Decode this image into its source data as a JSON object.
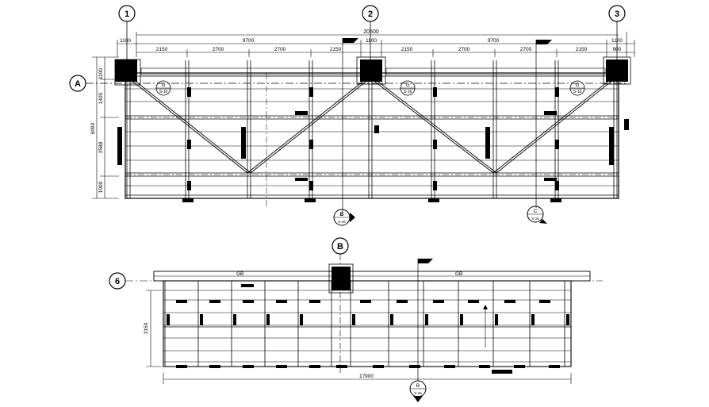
{
  "grid_bubbles": {
    "col_1": "1",
    "col_2": "2",
    "col_3": "3",
    "row_a": "A",
    "row_6": "6",
    "col_b": "B"
  },
  "plan_top": {
    "overall_dim": "20500",
    "bay_dims": [
      "1100",
      "9700",
      "1100",
      "9700",
      "1100"
    ],
    "sub_dims": [
      "2150",
      "2700",
      "2700",
      "2150",
      "2150",
      "2700",
      "2700",
      "2150",
      "900"
    ],
    "left_dims": [
      "1100",
      "1405",
      "2588",
      "1000"
    ],
    "left_total": "6093",
    "detail_tags": [
      {
        "letter": "G",
        "sheet": "S-16"
      },
      {
        "letter": "G",
        "sheet": "S-16"
      },
      {
        "letter": "G",
        "sheet": "S-16"
      }
    ],
    "section_marks": [
      {
        "letter": "B",
        "sheet": "S-16"
      },
      {
        "letter": "C",
        "sheet": "S-16"
      }
    ]
  },
  "plan_bottom": {
    "overall_dim": "17900",
    "left_dim": "3150",
    "section_mark": {
      "letter": "B",
      "sheet": "S-16"
    },
    "beam_labels": [
      "GB",
      "GB"
    ]
  }
}
